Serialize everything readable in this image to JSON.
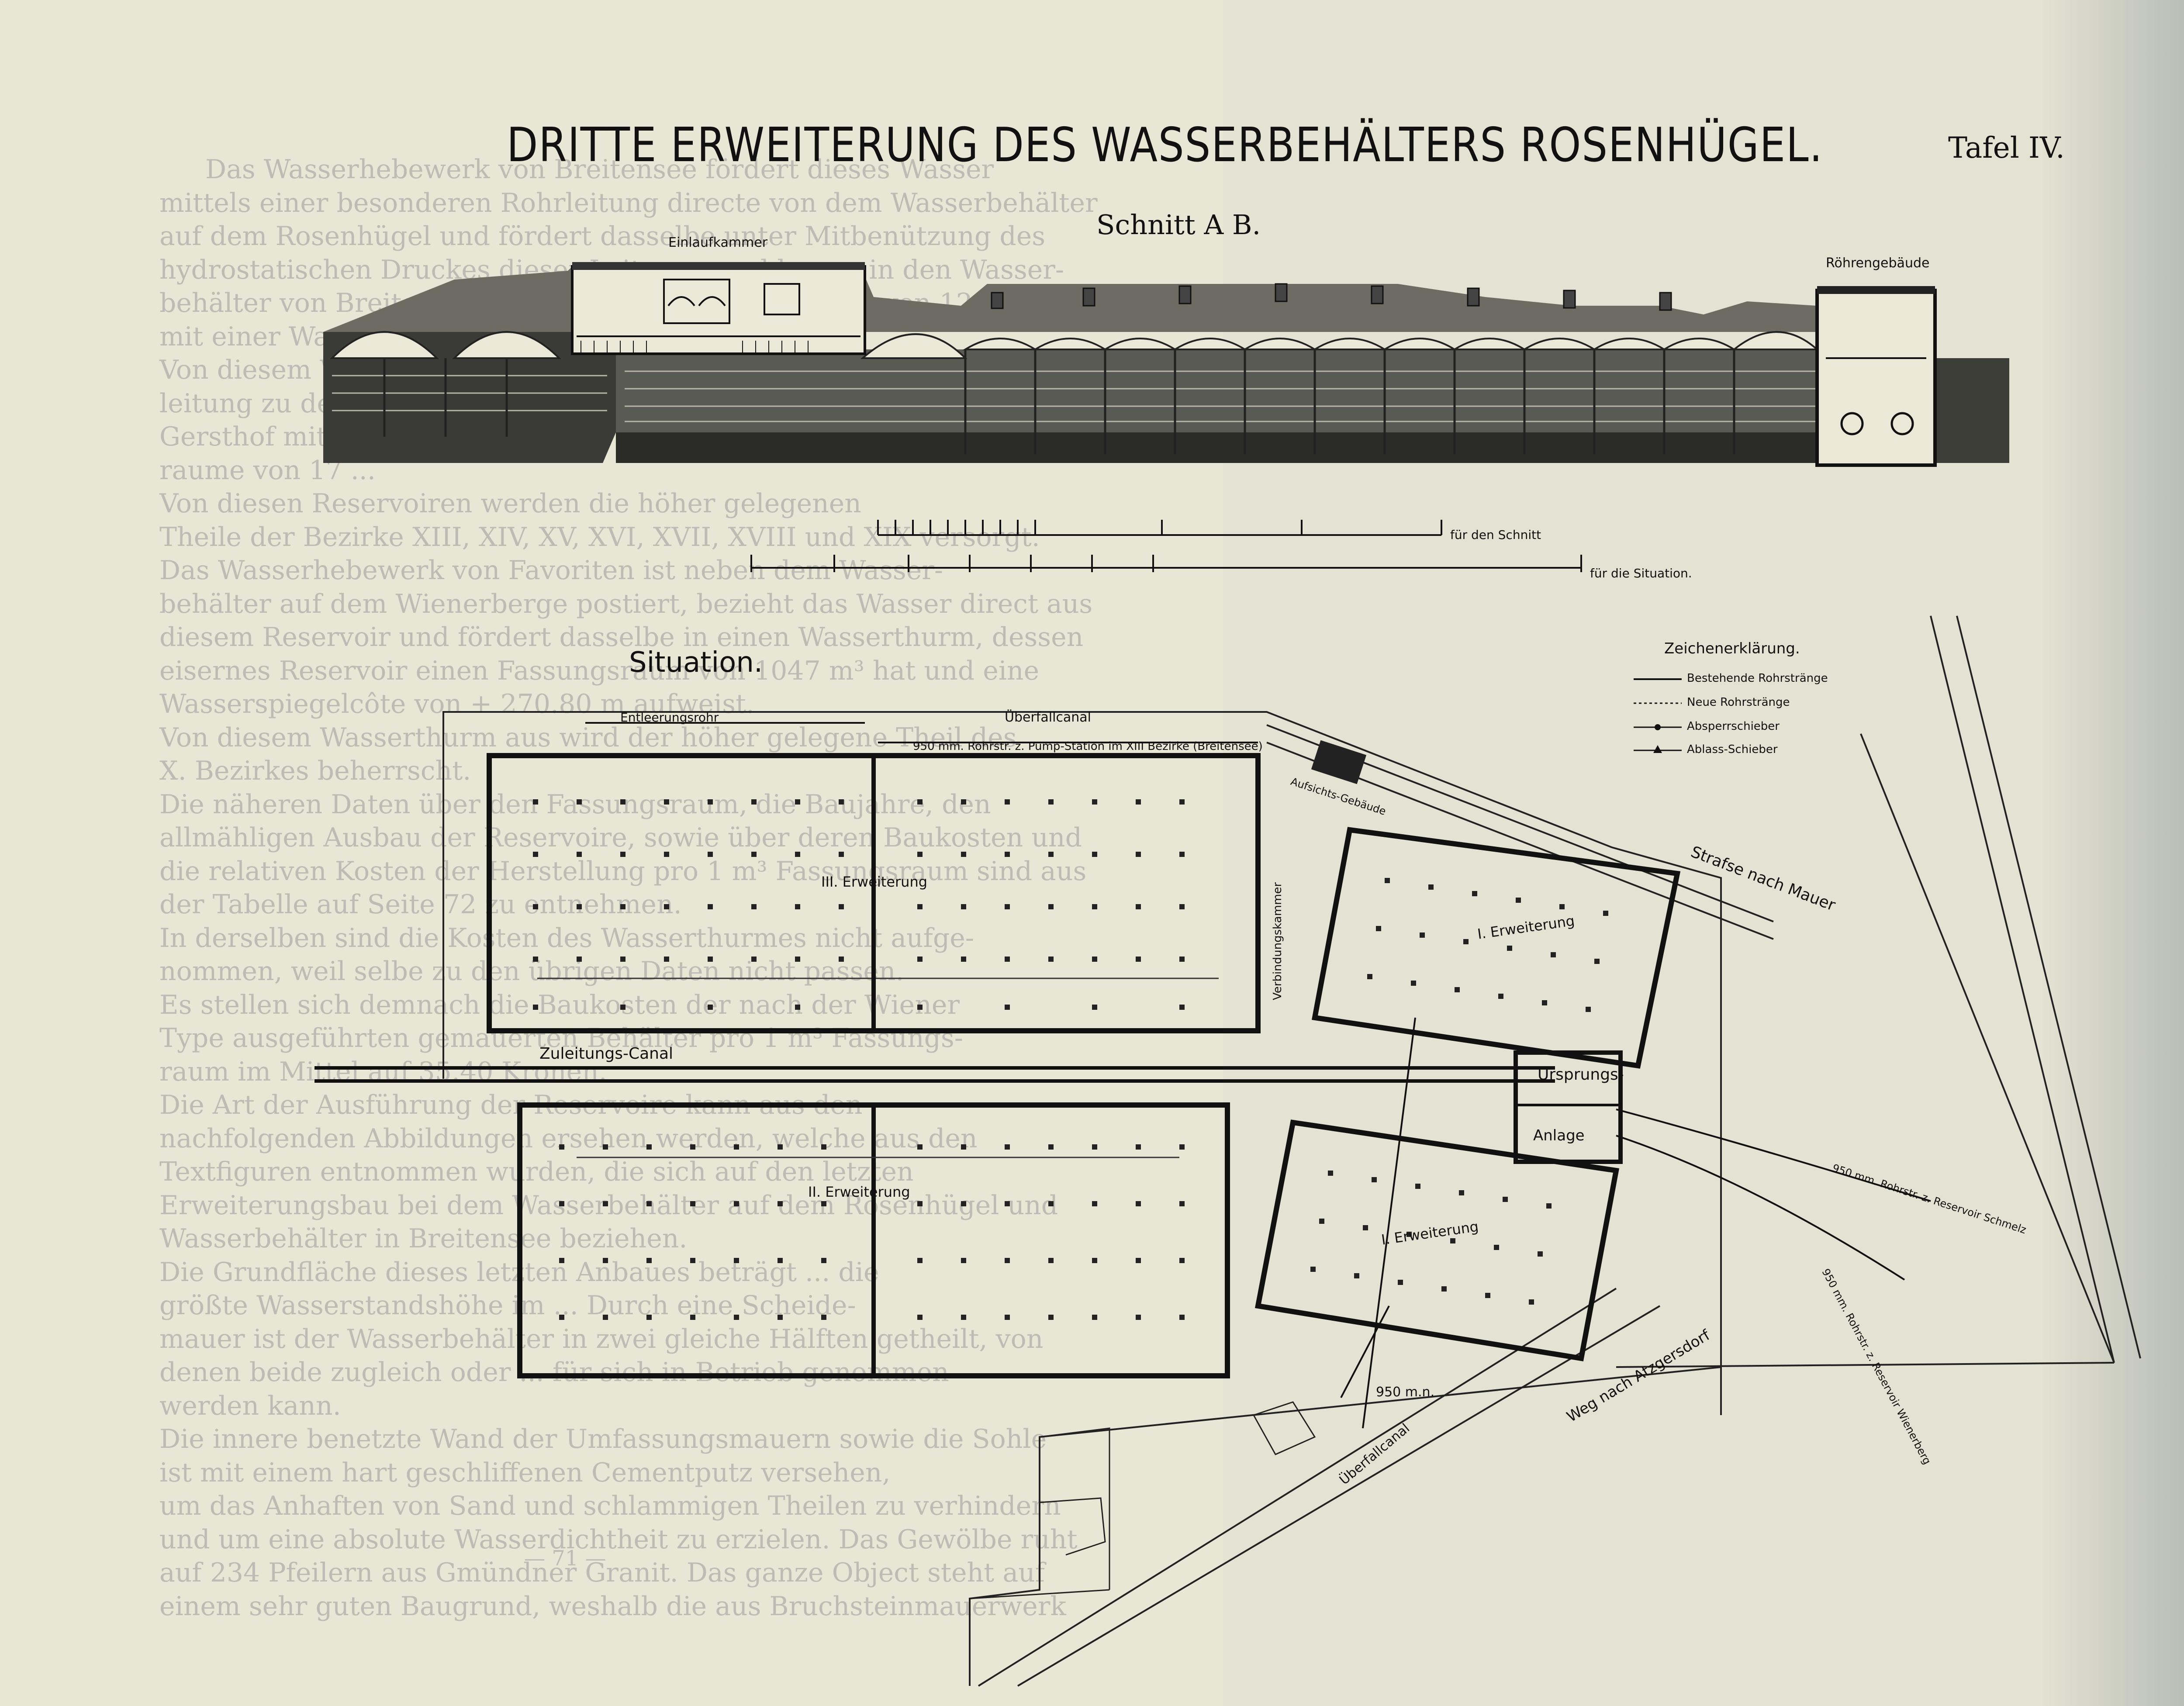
{
  "title": "DRITTE ERWEITERUNG DES WASSERBEHÄLTERS ROSENHÜGEL.",
  "plate": "Tafel IV.",
  "section": {
    "heading": "Schnitt A B.",
    "label_inlet": "Einlaufkammer",
    "label_pipehouse": "Röhrengebäude"
  },
  "scale": {
    "label_section": "für den Schnitt",
    "label_situation": "für die Situation."
  },
  "situation": {
    "heading": "Situation.",
    "legend": {
      "title": "Zeichenerklärung.",
      "items": [
        "Bestehende Rohrstränge",
        "Neue Rohrstränge",
        "Absperrschieber",
        "Ablass-Schieber"
      ]
    },
    "labels": {
      "emptying_pipe": "Entleerungsrohr",
      "overflow_top": "Überfallcanal",
      "pipe_950": "950 mm. Rohrstr. z. Pump-Station im XIII Bezirke (Breitensee)",
      "supervision": "Aufsichts-Gebäude",
      "connection_chamber": "Verbindungskammer",
      "road_mauer": "Strafse nach Mauer",
      "third": "III. Erweiterung",
      "first_a": "I. Erweiterung",
      "second": "II. Erweiterung",
      "first_b": "I. Erweiterung",
      "inflow": "Zuleitungs-Canal",
      "origin_1": "Ursprungs-",
      "origin_2": "Anlage",
      "pipe_schmelz": "950 mm. Rohrstr. z. Reservoir Schmelz",
      "pipe_wienerberg": "950 mm. Rohrstr. z. Reservoir Wienerberg",
      "road_atzgersdorf": "Weg nach Atzgersdorf",
      "overflow_bottom": "Überfallcanal",
      "dim_950": "950 m.n."
    }
  },
  "ghost_text": [
    "Das Wasserhebewerk von Breitensee fördert dieses Wasser",
    "mittels einer besonderen Rohrleitung directe von dem Wasserbehälter",
    "auf dem Rosenhügel und fördert dasselbe unter Mitbenützung des",
    "hydrostatischen Druckes dieser Leitung geschlossen in den Wasser-",
    "behälter von Breitensee welcher einen Fassungsraum von 12.981 m³",
    "mit einer Wasserspiegelcôte von ... aufweist.",
    "Von diesem Wasserbehälter wird mittels einer Pumpen-",
    "leitung zu dem ... höher gelegenen Wasserbehälter",
    "Gersthof mit einem ...",
    "raume von 17 ...",
    "Von diesen Reservoiren werden die höher gelegenen",
    "Theile der Bezirke XIII, XIV, XV, XVI, XVII, XVIII und XIX versorgt.",
    "Das Wasserhebewerk von Favoriten ist neben dem Wasser-",
    "behälter auf dem Wienerberge postiert, bezieht das Wasser direct aus",
    "diesem Reservoir und fördert dasselbe in einen Wasserthurm, dessen",
    "eisernes Reservoir einen Fassungsraum von 1047 m³ hat und eine",
    "Wasserspiegelcôte von + 270.80 m aufweist.",
    "Von diesem Wasserthurm aus wird der höher gelegene Theil des",
    "X. Bezirkes beherrscht.",
    "Die näheren Daten über den Fassungsraum, die Baujahre, den",
    "allmähligen Ausbau der Reservoire, sowie über deren Baukosten und",
    "die relativen Kosten der Herstellung pro 1 m³ Fassungsraum sind aus",
    "der Tabelle auf Seite 72 zu entnehmen.",
    "In derselben sind die Kosten des Wasserthurmes nicht aufge-",
    "nommen, weil selbe zu den übrigen Daten nicht passen.",
    "Es stellen sich demnach die Baukosten der nach der Wiener",
    "Type ausgeführten gemauerten Behälter pro 1 m³ Fassungs-",
    "raum im Mittel auf 35.40 Kronen.",
    "Die Art der Ausführung der Reservoire kann aus den",
    "nachfolgenden Abbildungen ersehen werden, welche aus den",
    "Textfiguren entnommen wurden, die sich auf den letzten",
    "Erweiterungsbau bei dem Wasserbehälter auf dem Rosenhügel und",
    "Wasserbehälter in Breitensee beziehen.",
    "Die Grundfläche dieses letzten Anbaues beträgt ... die",
    "größte Wasserstandshöhe im ... Durch eine Scheide-",
    "mauer ist der Wasserbehälter in zwei gleiche Hälften getheilt, von",
    "denen beide zugleich oder ... für sich in Betrieb genommen",
    "werden kann.",
    "Die innere benetzte Wand der Umfassungsmauern sowie die Sohle",
    "ist mit einem hart geschliffenen Cementputz versehen,",
    "um das Anhaften von Sand und schlammigen Theilen zu verhindern",
    "und um eine absolute Wasserdichtheit zu erzielen. Das Gewölbe ruht",
    "auf 234 Pfeilern aus Gmündner Granit. Das ganze Object steht auf",
    "einem sehr guten Baugrund, weshalb die aus Bruchsteinmauerwerk"
  ],
  "page_number": "— 71 —"
}
